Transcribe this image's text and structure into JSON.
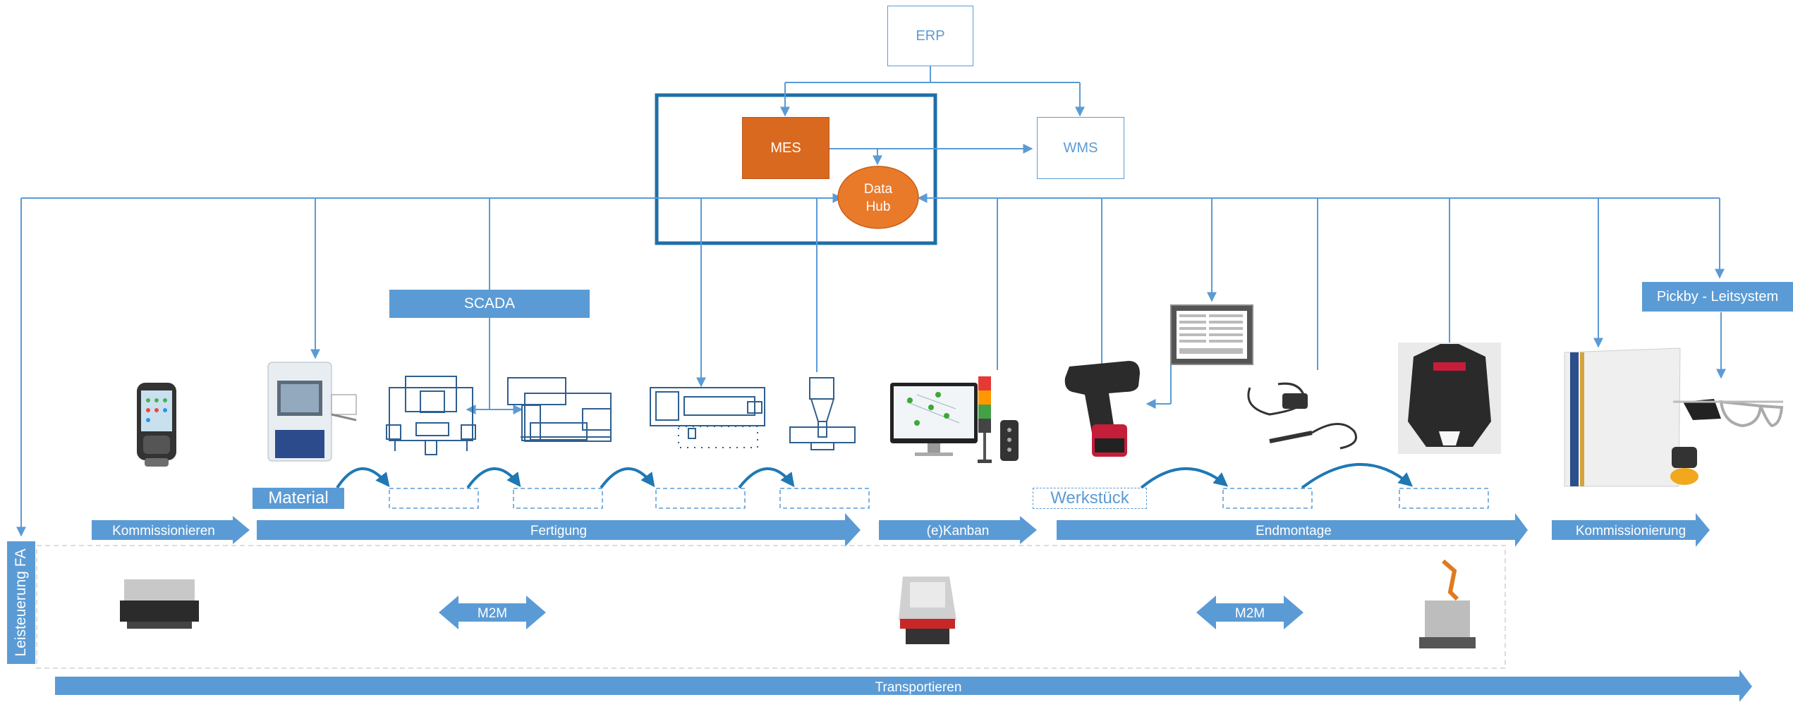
{
  "systems": {
    "erp": "ERP",
    "mes": "MES",
    "wms": "WMS",
    "data_hub_line1": "Data",
    "data_hub_line2": "Hub",
    "scada": "SCADA",
    "pickby": "Pickby - Leitsystem",
    "leitsteuerung": "Leisteuerung FA"
  },
  "stages": {
    "kommissionieren": "Kommissionieren",
    "fertigung": "Fertigung",
    "ekanban": "(e)Kanban",
    "endmontage": "Endmontage",
    "kommissionierung": "Kommissionierung",
    "transportieren": "Transportieren"
  },
  "flow": {
    "material": "Material",
    "werkstueck": "Werkstück",
    "m2m_left": "M2M",
    "m2m_right": "M2M"
  },
  "colors": {
    "primary_blue": "#5b9bd5",
    "mes_orange": "#d9691f",
    "hub_orange": "#e97a2a",
    "frame_blue": "#1f6fa8"
  }
}
